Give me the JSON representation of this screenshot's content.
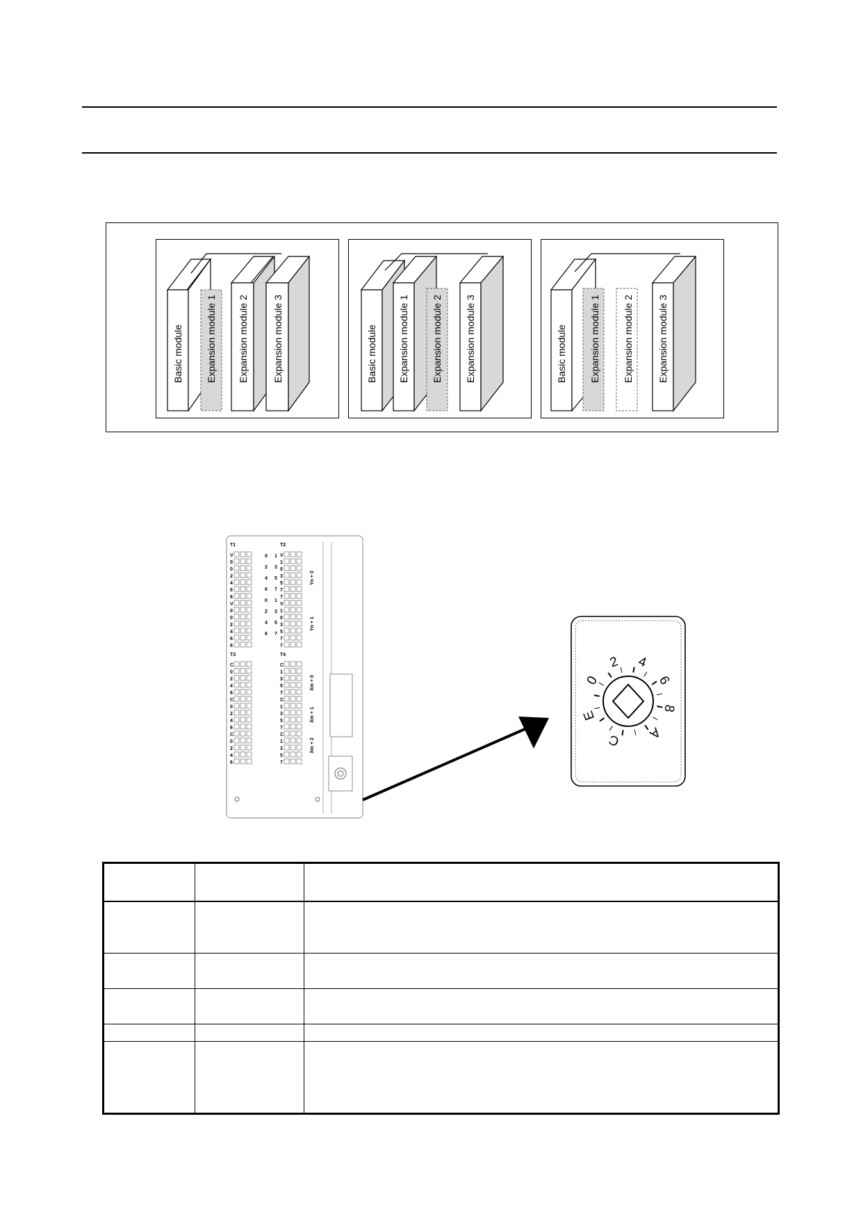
{
  "module_diagrams": {
    "panels": [
      {
        "labels": [
          "Basic module",
          "Expansion module 1",
          "Expansion module 2",
          "Expansion module 3"
        ]
      },
      {
        "labels": [
          "Basic module",
          "Expansion module 1",
          "Expansion module 2",
          "Expansion module 3"
        ]
      },
      {
        "labels": [
          "Basic module",
          "Expansion module 1",
          "Expansion module 2",
          "Expansion module 3"
        ]
      }
    ]
  },
  "device": {
    "terminal_blocks": [
      "T1",
      "T2",
      "T3",
      "T4"
    ],
    "t1_letters": [
      "V",
      "0",
      "0",
      "2",
      "4",
      "6",
      "6",
      "V",
      "0",
      "0",
      "2",
      "4",
      "6",
      "6"
    ],
    "t2_letters": [
      "V",
      "1",
      "0",
      "3",
      "5",
      "7",
      "7",
      "V",
      "1",
      "0",
      "3",
      "5",
      "7",
      "7"
    ],
    "t3_letters": [
      "C",
      "0",
      "2",
      "4",
      "6",
      "C",
      "0",
      "2",
      "4",
      "6",
      "C",
      "0",
      "2",
      "4",
      "6"
    ],
    "t4_letters": [
      "C",
      "1",
      "3",
      "5",
      "7",
      "C",
      "1",
      "3",
      "5",
      "7",
      "C",
      "1",
      "3",
      "5",
      "7"
    ],
    "mid_digits_top": [
      "0",
      "2",
      "4",
      "6",
      "0",
      "2",
      "4",
      "6"
    ],
    "mid_digits_top_right": [
      "1",
      "3",
      "5",
      "7",
      "1",
      "3",
      "5",
      "7"
    ],
    "group_labels": [
      "Yn + 0",
      "Yn + 1",
      "Xm + 0",
      "Xm + 1",
      "Xm + 2"
    ]
  },
  "rotary_switch": {
    "positions": [
      "0",
      "2",
      "4",
      "6",
      "8",
      "A",
      "C",
      "E"
    ]
  },
  "table": {
    "rows": 6
  }
}
